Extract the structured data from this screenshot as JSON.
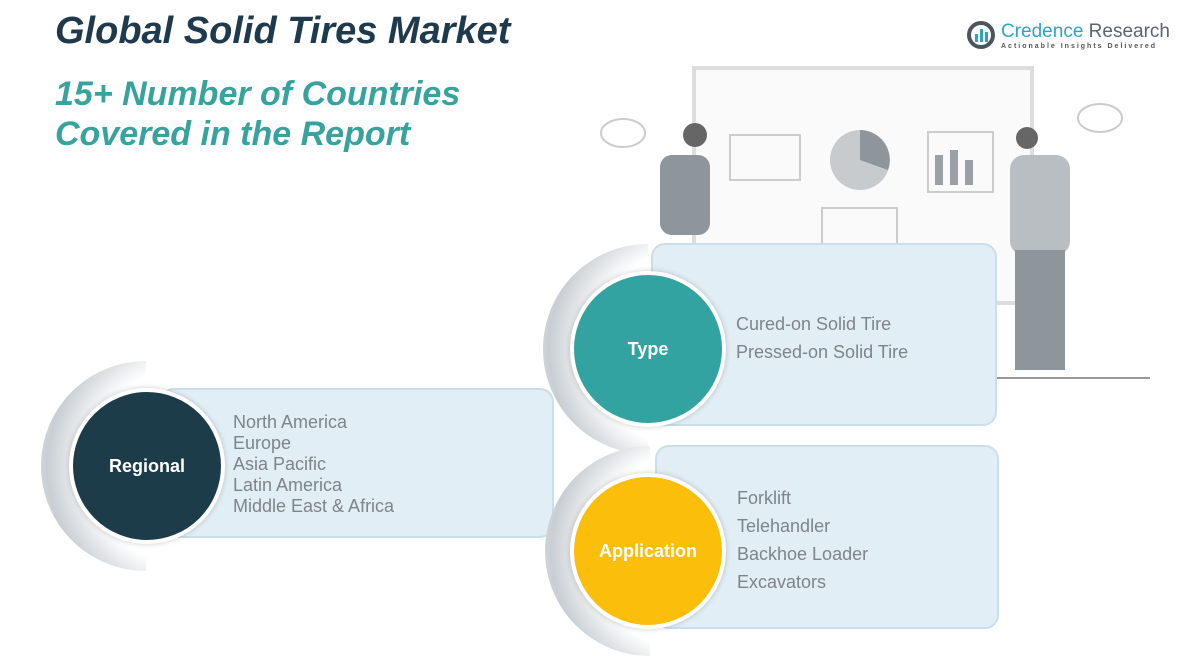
{
  "title": "Global Solid Tires Market",
  "subtitle": [
    "15+ Number of Countries",
    "Covered in the Report"
  ],
  "logo": {
    "name_part1": "Credence",
    "name_part2": " Research",
    "tagline": "Actionable Insights Delivered"
  },
  "segments": {
    "type": {
      "label": "Type",
      "color": "#32a3a1",
      "items": [
        "Cured-on Solid Tire",
        "Pressed-on Solid Tire"
      ]
    },
    "regional": {
      "label": "Regional",
      "color": "#1d3c4a",
      "items": [
        "North America",
        "Europe",
        "Asia Pacific",
        "Latin America",
        "Middle East & Africa"
      ]
    },
    "application": {
      "label": "Application",
      "color": "#fbbe0b",
      "items": [
        "Forklift",
        "Telehandler",
        "Backhoe Loader",
        "Excavators"
      ]
    }
  }
}
